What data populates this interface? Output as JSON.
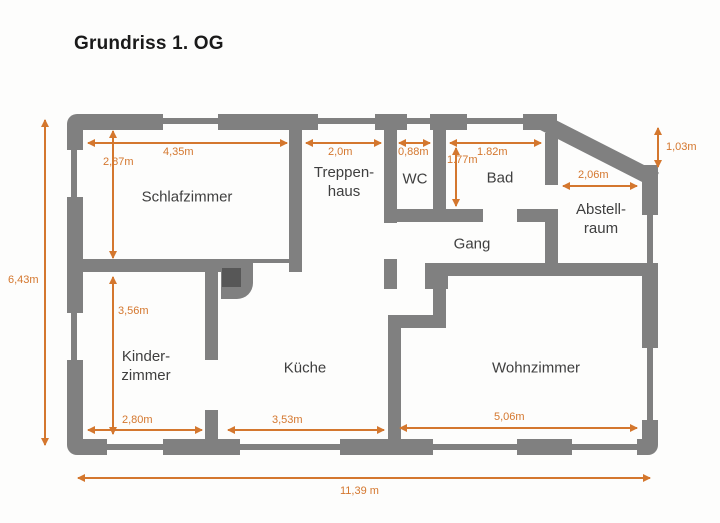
{
  "title": "Grundriss 1. OG",
  "rooms": {
    "schlafzimmer": {
      "label": "Schlafzimmer"
    },
    "treppenhaus": {
      "label": "Treppen-\nhaus"
    },
    "wc": {
      "label": "WC"
    },
    "bad": {
      "label": "Bad"
    },
    "abstellraum": {
      "label": "Abstell-\nraum"
    },
    "gang": {
      "label": "Gang"
    },
    "kinderzimmer": {
      "label": "Kinder-\nzimmer"
    },
    "kueche": {
      "label": "Küche"
    },
    "wohnzimmer": {
      "label": "Wohnzimmer"
    }
  },
  "dimensions": {
    "schlafzimmer_width": "4,35m",
    "schlafzimmer_height": "2,87m",
    "treppenhaus_width": "2,0m",
    "wc_width": "0,88m",
    "bad_width": "1.82m",
    "bad_height": "1.77m",
    "abstellraum_width": "2,06m",
    "gable_height": "1,03m",
    "kinderzimmer_height": "3,56m",
    "kinderzimmer_width": "2,80m",
    "kueche_width": "3,53m",
    "wohnzimmer_width": "5,06m",
    "building_height": "6,43m",
    "building_width": "11,39 m"
  },
  "colors": {
    "wall": "#808080",
    "chimney": "#575757",
    "dimension": "#d4772e",
    "label": "#3f3f3f",
    "background": "#fdfdfc",
    "title_color": "#1a1a1a"
  }
}
